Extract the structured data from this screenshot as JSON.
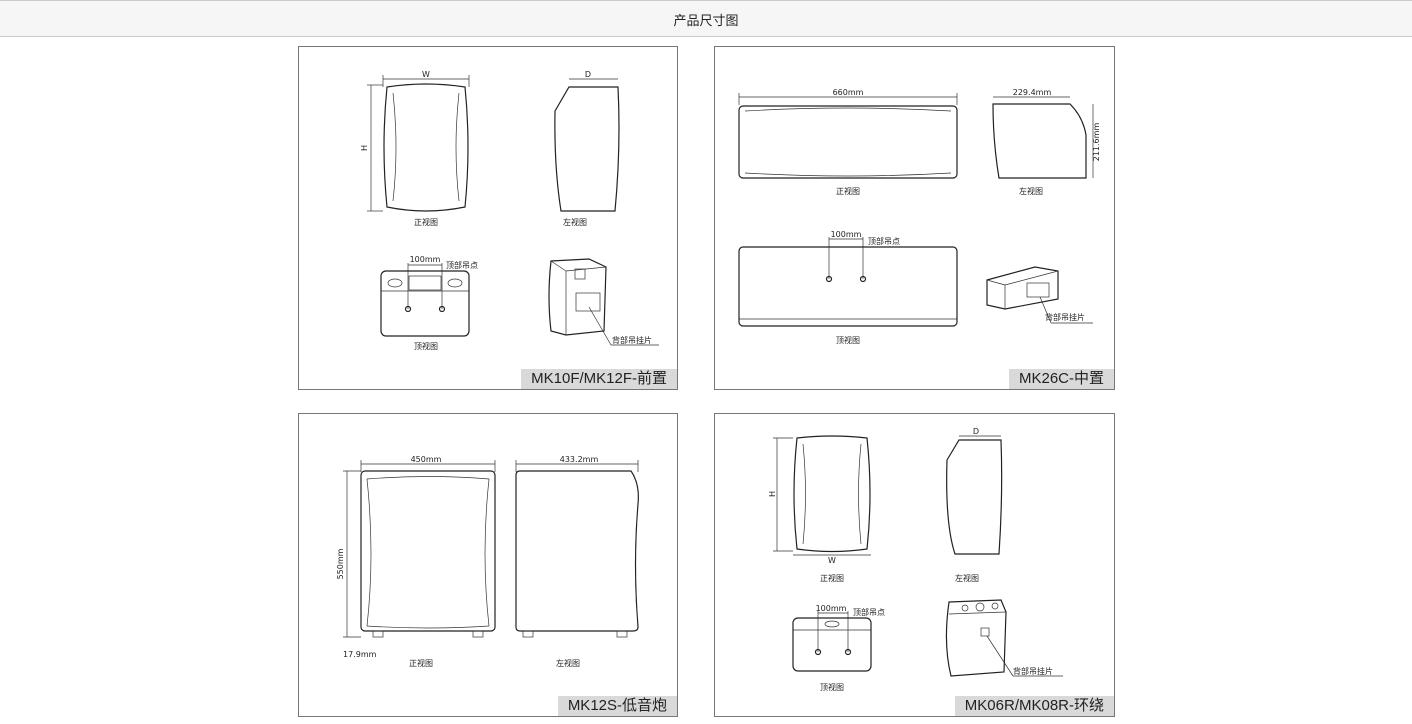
{
  "header": {
    "title": "产品尺寸图"
  },
  "panels": [
    {
      "model": "MK10F/MK12F-前置",
      "dims": {
        "w": "W",
        "h": "H",
        "d": "D",
        "spacing": "100mm"
      },
      "labels": {
        "front": "正视图",
        "left": "左视图",
        "top": "顶视图",
        "hang_point": "顶部吊点",
        "back_bracket": "背部吊挂片"
      }
    },
    {
      "model": "MK26C-中置",
      "dims": {
        "w": "660mm",
        "d": "229.4mm",
        "h": "211.6mm",
        "spacing": "100mm"
      },
      "labels": {
        "front": "正视图",
        "left": "左视图",
        "top": "顶视图",
        "hang_point": "顶部吊点",
        "back_bracket": "背部吊挂片"
      }
    },
    {
      "model": "MK12S-低音炮",
      "dims": {
        "w": "450mm",
        "d": "433.2mm",
        "h": "550mm",
        "foot": "17.9mm"
      },
      "labels": {
        "front": "正视图",
        "left": "左视图"
      }
    },
    {
      "model": "MK06R/MK08R-环绕",
      "dims": {
        "w": "W",
        "h": "H",
        "d": "D",
        "spacing": "100mm"
      },
      "labels": {
        "front": "正视图",
        "left": "左视图",
        "top": "顶视图",
        "hang_point": "顶部吊点",
        "back_bracket": "背部吊挂片"
      }
    }
  ]
}
